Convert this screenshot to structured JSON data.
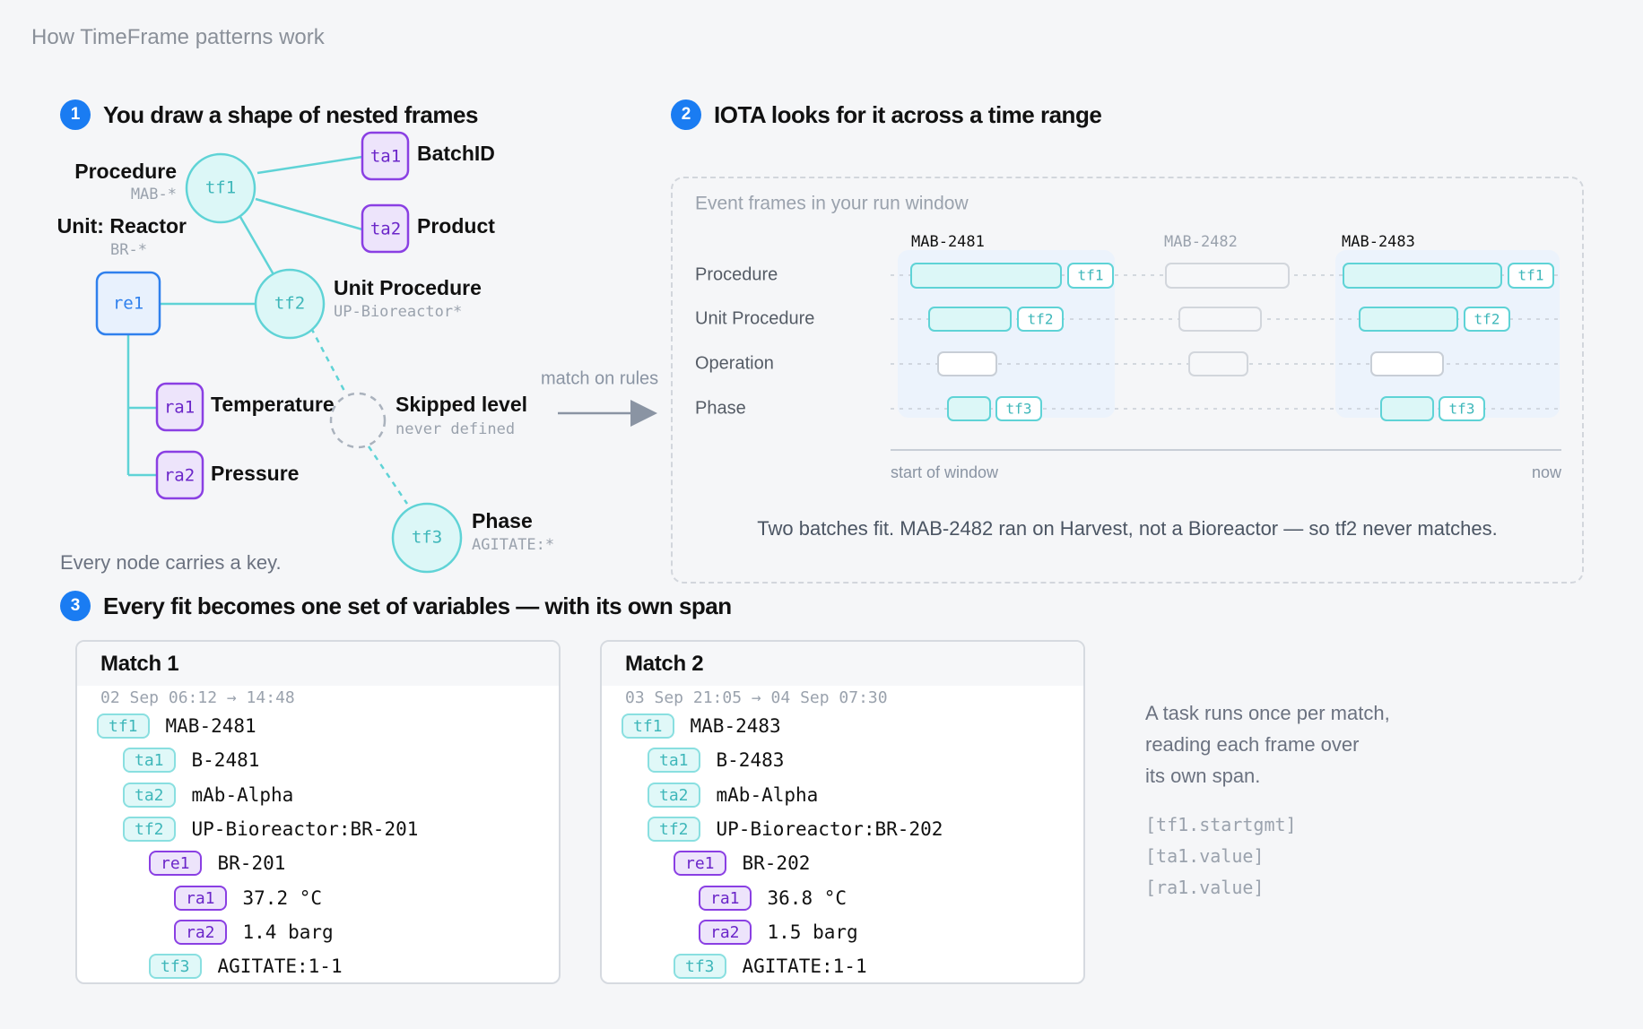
{
  "page_title": "How TimeFrame patterns work",
  "steps": [
    {
      "num": "1",
      "title": "You draw a shape of nested frames"
    },
    {
      "num": "2",
      "title": "IOTA looks for it across a time range"
    },
    {
      "num": "3",
      "title": "Every fit becomes one set of variables — with its own span"
    }
  ],
  "pattern": {
    "nodes": {
      "tf1": {
        "id": "tf1",
        "label": "Procedure",
        "pattern": "MAB-*"
      },
      "re1": {
        "id": "re1",
        "label": "Unit: Reactor",
        "pattern": "BR-*"
      },
      "tf2": {
        "id": "tf2",
        "label": "Unit Procedure",
        "pattern": "UP-Bioreactor*"
      },
      "skip": {
        "label": "Skipped level",
        "pattern": "never defined"
      },
      "tf3": {
        "id": "tf3",
        "label": "Phase",
        "pattern": "AGITATE:*"
      },
      "ta1": {
        "id": "ta1",
        "label": "BatchID"
      },
      "ta2": {
        "id": "ta2",
        "label": "Product"
      },
      "ra1": {
        "id": "ra1",
        "label": "Temperature"
      },
      "ra2": {
        "id": "ra2",
        "label": "Pressure"
      }
    },
    "footnote": "Every node carries a key.",
    "arrow_label": "match on rules"
  },
  "window": {
    "title": "Event frames in your run window",
    "rows": [
      "Procedure",
      "Unit Procedure",
      "Operation",
      "Phase"
    ],
    "batches": [
      {
        "name": "MAB-2481",
        "matched": true
      },
      {
        "name": "MAB-2482",
        "matched": false
      },
      {
        "name": "MAB-2483",
        "matched": true
      }
    ],
    "tags": {
      "tf1": "tf1",
      "tf2": "tf2",
      "tf3": "tf3"
    },
    "axis_start": "start of window",
    "axis_end": "now",
    "summary": "Two batches fit. MAB-2482 ran on Harvest, not a Bioreactor — so tf2 never matches."
  },
  "matches": [
    {
      "title": "Match 1",
      "span": "02 Sep 06:12 → 14:48",
      "rows": [
        {
          "tag": "tf1",
          "value": "MAB-2481"
        },
        {
          "tag": "ta1",
          "value": "B-2481"
        },
        {
          "tag": "ta2",
          "value": "mAb-Alpha"
        },
        {
          "tag": "tf2",
          "value": "UP-Bioreactor:BR-201"
        },
        {
          "tag": "re1",
          "value": "BR-201"
        },
        {
          "tag": "ra1",
          "value": "37.2 °C"
        },
        {
          "tag": "ra2",
          "value": "1.4 barg"
        },
        {
          "tag": "tf3",
          "value": "AGITATE:1-1"
        }
      ]
    },
    {
      "title": "Match 2",
      "span": "03 Sep 21:05 → 04 Sep 07:30",
      "rows": [
        {
          "tag": "tf1",
          "value": "MAB-2483"
        },
        {
          "tag": "ta1",
          "value": "B-2483"
        },
        {
          "tag": "ta2",
          "value": "mAb-Alpha"
        },
        {
          "tag": "tf2",
          "value": "UP-Bioreactor:BR-202"
        },
        {
          "tag": "re1",
          "value": "BR-202"
        },
        {
          "tag": "ra1",
          "value": "36.8 °C"
        },
        {
          "tag": "ra2",
          "value": "1.5 barg"
        },
        {
          "tag": "tf3",
          "value": "AGITATE:1-1"
        }
      ]
    }
  ],
  "task_note": {
    "lines": [
      "A task runs once per match,",
      "reading each frame over",
      "its own span."
    ],
    "variables": [
      "[tf1.startgmt]",
      "[ta1.value]",
      "[ra1.value]"
    ]
  },
  "colors": {
    "accent_blue": "#1a7cf2",
    "teal_stroke": "#5fd3d6",
    "teal_fill": "#dcf7f7",
    "purple_stroke": "#8a3fe3",
    "purple_fill": "#ede4fb",
    "reactor_blue": "#2f80ed"
  }
}
